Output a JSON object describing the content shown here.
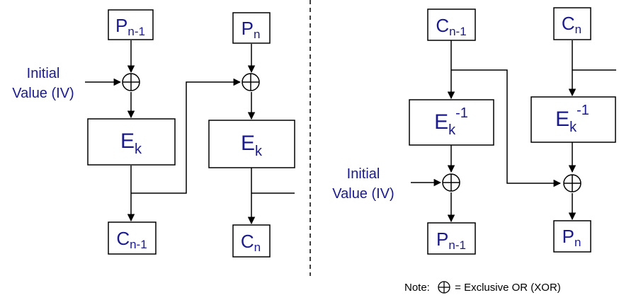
{
  "encrypt": {
    "input_prev": {
      "main": "P",
      "sub": "n-1"
    },
    "input_cur": {
      "main": "P",
      "sub": "n"
    },
    "iv_line1": "Initial",
    "iv_line2": "Value (IV)",
    "enc_prev": {
      "main": "E",
      "sub": "k"
    },
    "enc_cur": {
      "main": "E",
      "sub": "k"
    },
    "output_prev": {
      "main": "C",
      "sub": "n-1"
    },
    "output_cur": {
      "main": "C",
      "sub": "n"
    }
  },
  "decrypt": {
    "input_prev": {
      "main": "C",
      "sub": "n-1"
    },
    "input_cur": {
      "main": "C",
      "sub": "n"
    },
    "dec_prev": {
      "main": "E",
      "sub": "k",
      "sup": "-1"
    },
    "dec_cur": {
      "main": "E",
      "sub": "k",
      "sup": "-1"
    },
    "iv_line1": "Initial",
    "iv_line2": "Value (IV)",
    "output_prev": {
      "main": "P",
      "sub": "n-1"
    },
    "output_cur": {
      "main": "P",
      "sub": "n"
    }
  },
  "note": {
    "prefix": "Note:",
    "suffix": " = Exclusive OR (XOR)"
  },
  "colors": {
    "text": "#1a1a8c",
    "lines": "#000000"
  }
}
